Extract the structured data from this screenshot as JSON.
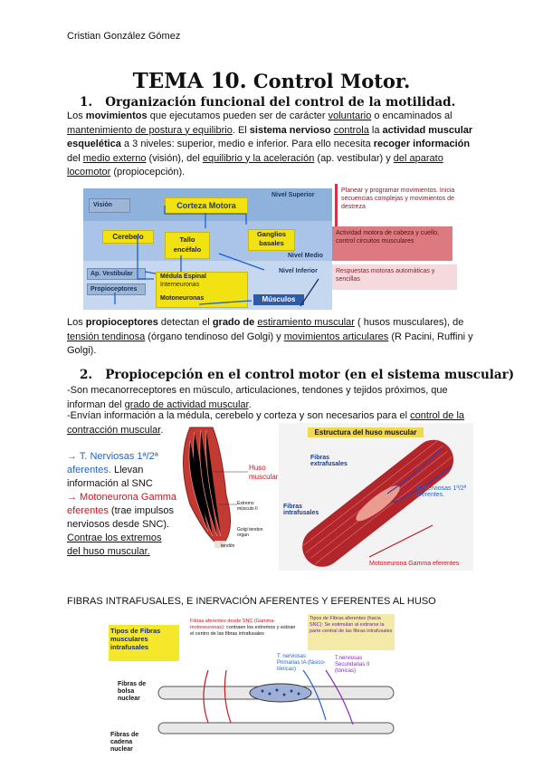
{
  "author": "Cristian González Gómez",
  "title": {
    "main": "TEMA 10.",
    "sub": "Control Motor."
  },
  "section1": {
    "heading": "1.   Organización funcional del control de la motilidad.",
    "p1": {
      "t1": "Los ",
      "b1": "movimientos",
      "t2": " que ejecutamos pueden ser de carácter ",
      "u1": "voluntario",
      "t3": " o encaminados al ",
      "u2": "mantenimiento de postura y equilibrio",
      "t4": ". El ",
      "b2": "sistema nervioso",
      "t5": " ",
      "u3": "controla",
      "t6": " la ",
      "b3": "actividad muscular esquelética",
      "t7": " a 3 niveles: superior, medio e inferior. Para ello necesita ",
      "b4": "recoger información",
      "t8": " del ",
      "u4": "medio externo",
      "t9": " (visión), del ",
      "u5": "equilibrio y la aceleración",
      "t10": " (ap. vestibular) y ",
      "u6": "del aparato locomotor",
      "t11": " (propiocepción)."
    }
  },
  "diagram1": {
    "vision": "Visión",
    "corteza": "Corteza Motora",
    "cerebelo": "Cerebelo",
    "tallo": "Tallo encéfalo",
    "ganglios": "Ganglios basales",
    "ap_vestibular": "Ap. Vestibular",
    "propioceptores": "Propioceptores",
    "medula": "Médula Espinal",
    "interneuronas": "Interneuronas",
    "motoneuronas": "Motoneuronas",
    "musculos": "Músculos",
    "nivel_superior": "Nivel Superior",
    "nivel_medio": "Nivel Medio",
    "nivel_inferior": "Nivel Inferior",
    "note1": "Planear y programar movimientos. Inicia secuencias complejas y movimientos de destreza",
    "note2": "Actividad motora de cabeza y cuello, control circuitos musculares",
    "note3": "Respuestas motoras automáticas y sencillas"
  },
  "p2": {
    "t1": "Los ",
    "b1": "propioceptores",
    "t2": " detectan el ",
    "b2": "grado de",
    "t3": " ",
    "u1": "estiramiento muscular",
    "t4": " ( husos musculares), de ",
    "u2": "tensión tendinosa",
    "t5": " (órgano tendinoso del Golgi) y ",
    "u3": "movimientos articulares",
    "t6": " (R Pacini, Ruffini y Golgi)."
  },
  "section2": {
    "heading": "2.   Propiocepción en el control motor (en el sistema muscular)",
    "p1a": "-Son mecanorreceptores en músculo, articulaciones, tendones y tejidos próximos, que informan del ",
    "p1u": "grado de actividad muscular",
    "p1b": ".",
    "p2a": "-Envían información a la médula, cerebelo y corteza y son necesarios para el ",
    "p2u": "control de la contracción muscular",
    "p2b": "."
  },
  "side": {
    "l1": "→ T. Nerviosas 1ª/2ª aferentes.",
    "l1b": " Llevan información al SNC",
    "l2": "→ Motoneurona Gamma eferentes",
    "l2b": " (trae impulsos nerviosos desde SNC).",
    "l3": "Contrae los extremos del huso muscular."
  },
  "fig2": {
    "huso": "Huso muscular",
    "label2": "Extremo músculo II",
    "label3": "Golgi tendon organ",
    "label4": "tendón"
  },
  "fig3": {
    "title": "Estructura del huso muscular",
    "fibras_extra": "Fibras extrafusales",
    "fibras_intra": "Fibras intrafusales",
    "t_nerviosas": "T. Nerviosas 1ª/2ª aferentes.",
    "motoneurona": "Motoneurona Gamma eferentes"
  },
  "section3": {
    "heading": "FIBRAS INTRAFUSALES, E INERVACIÓN AFERENTES Y EFERENTES AL HUSO"
  },
  "fig4": {
    "tipos_title": "Tipos de Fibras musculares intrafusales",
    "bolsa": "Fibras de bolsa nuclear",
    "cadena": "Fibras de cadena nuclear",
    "eferentes": "Fibras aferentes desde SNC (Gamma-motoneuronas):",
    "eferentes_b": "contraen los extremos y estiran el centro de las fibras intrafusales",
    "aferentes_title": "Tipos de Fibras aferentes (hacia SNC):",
    "aferentes_b": "Se estimulan al estirarse la parte central de las fibras intrafusales",
    "primarias": "T. nerviosas Primarias IA (fásico-tónicas)",
    "secundarias": "T.nerviosas Secundarias II (tónicas)"
  },
  "colors": {
    "accent_blue": "#2563c9",
    "accent_red": "#d2131c",
    "yellow": "#f3e211"
  }
}
